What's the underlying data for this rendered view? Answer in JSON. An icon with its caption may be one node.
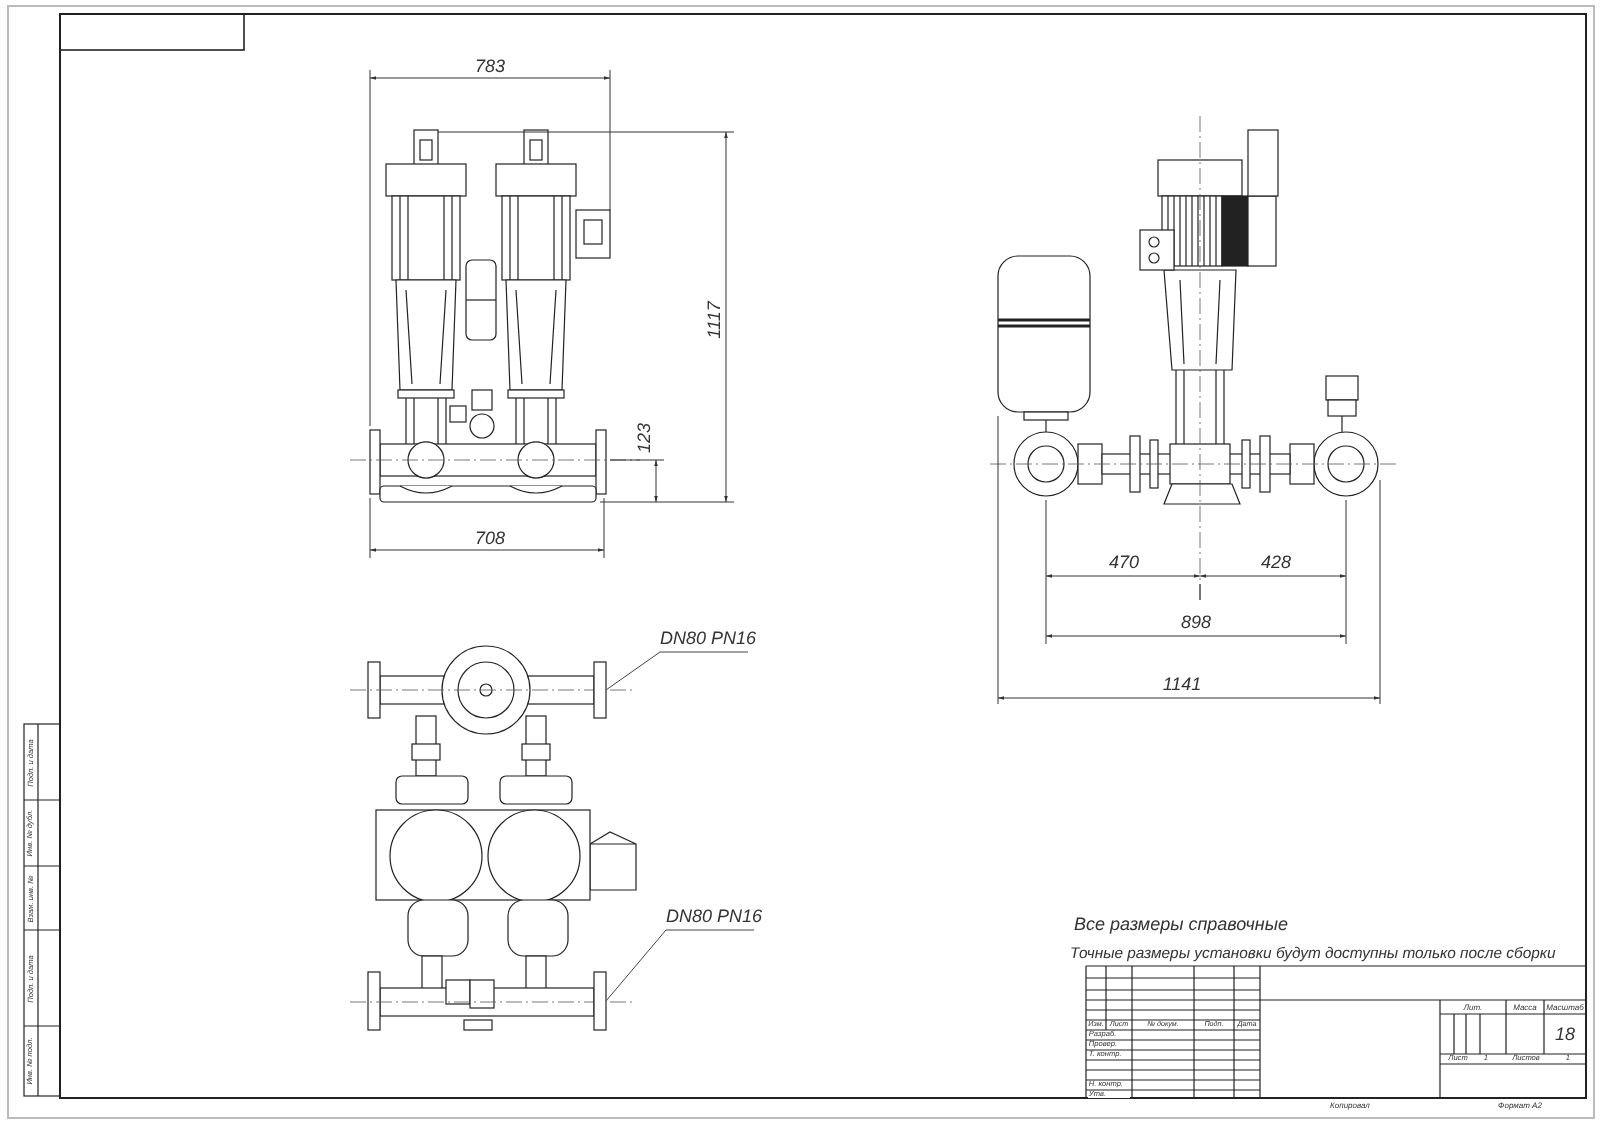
{
  "diagram": {
    "nodes": [
      {
        "text": [
          "DN80 PN16"
        ]
      },
      {
        "text": [],
        "shape": "box"
      },
      {
        "text": [
          "DN80 PN16"
        ]
      },
      {
        "text": [],
        "shape": "box"
      }
    ],
    "edges": [
      {
        "from": 0,
        "to": 1,
        "arrow": "none"
      },
      {
        "from": 2,
        "to": 3,
        "arrow": "none"
      }
    ],
    "labels": [
      "783",
      "1117",
      "123",
      "708",
      "470",
      "428",
      "898",
      "1141",
      "Все размеры справочные",
      "Точные размеры установки будут доступны только после сборки",
      "Изм.",
      "Лист",
      "№ докум.",
      "Подп.",
      "Дата",
      "Разраб.",
      "Провер.",
      "Т. контр.",
      "Н. контр.",
      "Утв.",
      "Лит.",
      "Масса",
      "Масштаб",
      "18",
      "Лист",
      "1",
      "Листов",
      "1",
      "Копировал",
      "Формат A2",
      "Подп. и дата",
      "Инв. № дубл.",
      "Взам. инв. №",
      "Подп. и дата",
      "Инв. № подл."
    ]
  }
}
